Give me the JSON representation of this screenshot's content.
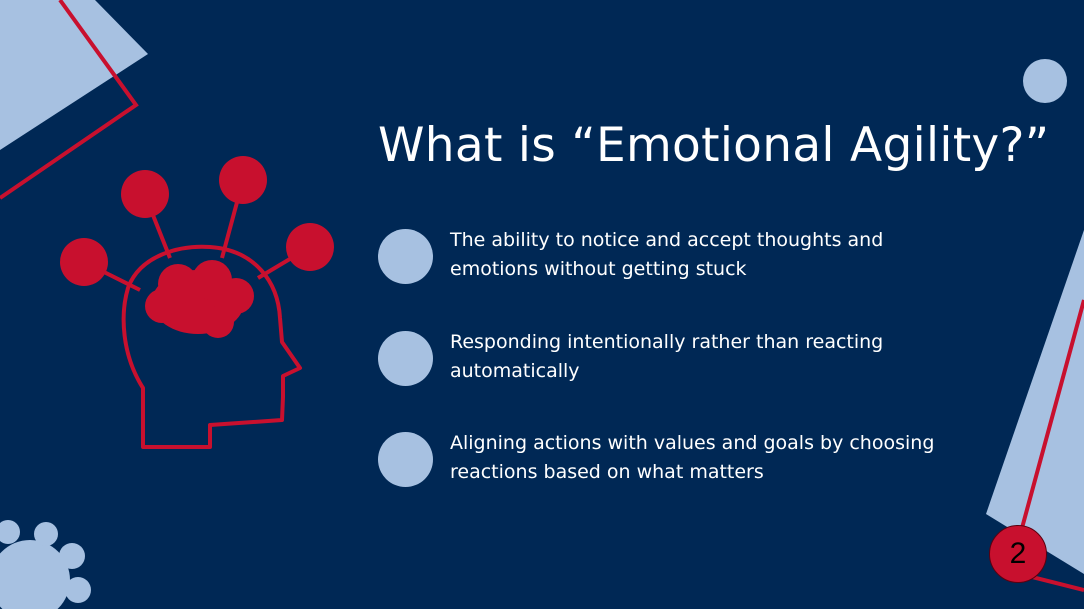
{
  "slide": {
    "title": "What is “Emotional Agility?”",
    "bullets": [
      {
        "text": "The ability to notice and accept thoughts and emotions without getting stuck"
      },
      {
        "text": "Responding intentionally rather than reacting automatically"
      },
      {
        "text": "Aligning actions with values and goals by choosing reactions based on what matters"
      }
    ],
    "page_number": "2"
  },
  "colors": {
    "background": "#002855",
    "accent_red": "#C8102E",
    "light_blue": "#A7C1E1",
    "text": "#FFFFFF"
  },
  "icons": [
    "head-with-brain-network-icon",
    "flower-shape-decoration",
    "light-blue-circle-decoration"
  ]
}
